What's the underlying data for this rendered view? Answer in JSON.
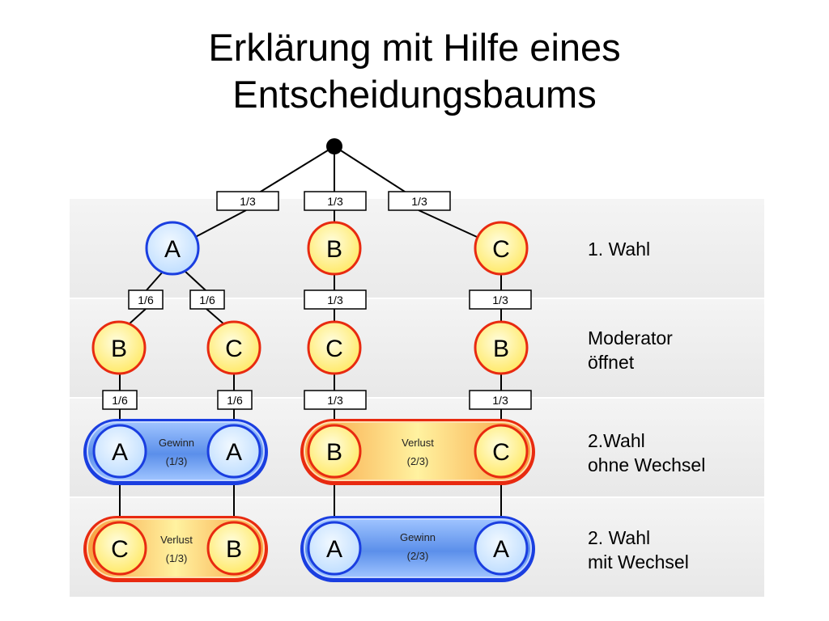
{
  "title": {
    "line1": "Erklärung mit Hilfe eines",
    "line2": "Entscheidungsbaums"
  },
  "rows": {
    "first_choice": {
      "line1": "1. Wahl"
    },
    "moderator": {
      "line1": "Moderator",
      "line2": "öffnet"
    },
    "second_no_switch": {
      "line1": "2.Wahl",
      "line2": "ohne Wechsel"
    },
    "second_switch": {
      "line1": "2. Wahl",
      "line2": "mit Wechsel"
    }
  },
  "level1": {
    "prob_a": "1/3",
    "prob_b": "1/3",
    "prob_c": "1/3",
    "node_a": "A",
    "node_b": "B",
    "node_c": "C"
  },
  "level2": {
    "prob_ab": "1/6",
    "prob_ac": "1/6",
    "prob_bc": "1/3",
    "prob_cb": "1/3",
    "node_ab": "B",
    "node_ac": "C",
    "node_bc": "C",
    "node_cb": "B"
  },
  "level3": {
    "prob_ab": "1/6",
    "prob_ac": "1/6",
    "prob_bc": "1/3",
    "prob_cb": "1/3"
  },
  "no_switch": {
    "left": {
      "node1": "A",
      "node2": "A",
      "result": "Gewinn",
      "prob": "(1/3)"
    },
    "right": {
      "node1": "B",
      "node2": "C",
      "result": "Verlust",
      "prob": "(2/3)"
    }
  },
  "switch": {
    "left": {
      "node1": "C",
      "node2": "B",
      "result": "Verlust",
      "prob": "(1/3)"
    },
    "right": {
      "node1": "A",
      "node2": "A",
      "result": "Gewinn",
      "prob": "(2/3)"
    }
  },
  "colors": {
    "blue_node_fill": "#d8ecff",
    "blue_node_stroke": "#1a3ee0",
    "yellow_node_fill": "#fff6a0",
    "red_node_stroke": "#e82a10",
    "win_capsule": "#4a7fe0",
    "lose_capsule": "#f0a830"
  }
}
